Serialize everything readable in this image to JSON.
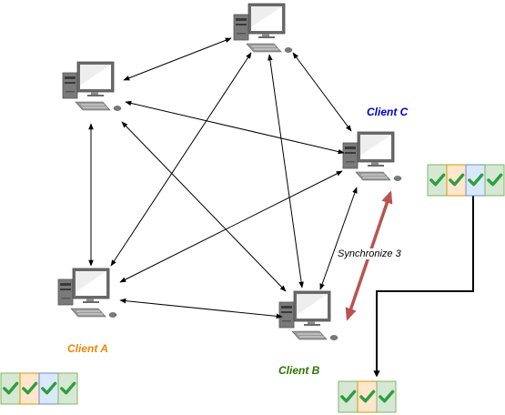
{
  "labels": {
    "client_a": "Client A",
    "client_b": "Client B",
    "client_c": "Client C",
    "sync": "Synchronize 3"
  },
  "colors": {
    "client_a": "#f08705",
    "client_b": "#2d7600",
    "client_c": "#0000cc",
    "sync_arrow": "#b85450",
    "cell_green": "#d5e8d4",
    "cell_orange": "#ffe6cc",
    "cell_blue": "#dae8fc",
    "check": "#2e9e3e"
  },
  "icons": {
    "computer": "desktop-computer-icon",
    "check": "check-icon"
  },
  "status_bars": {
    "client_a": [
      "green",
      "orange",
      "blue",
      "green"
    ],
    "client_c": [
      "green",
      "orange",
      "blue",
      "green"
    ],
    "client_b": [
      "green",
      "orange",
      "green"
    ]
  }
}
